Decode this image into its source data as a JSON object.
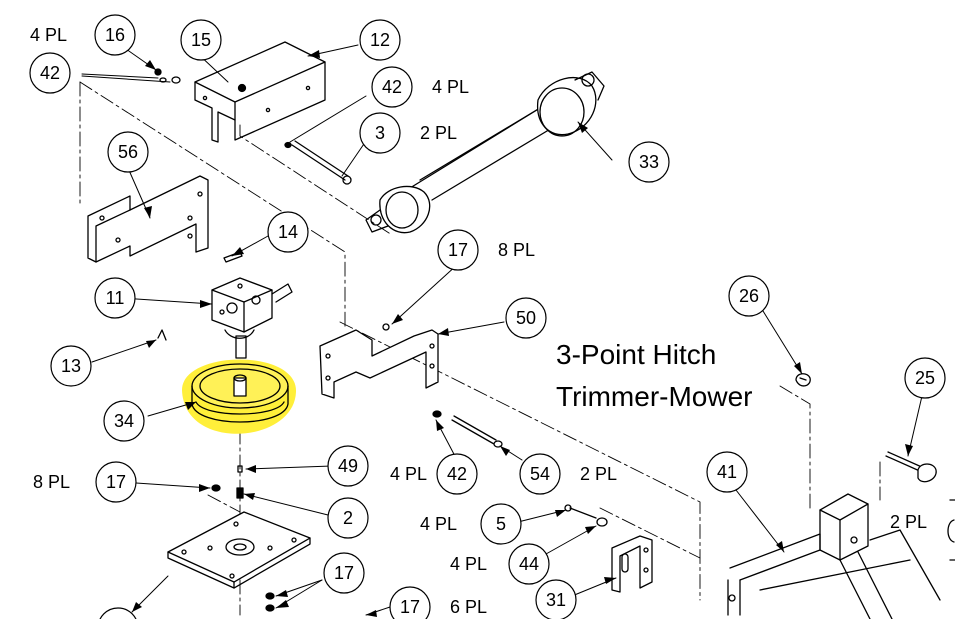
{
  "diagram": {
    "title_lines": [
      "3-Point Hitch",
      "Trimmer-Mower"
    ],
    "highlight_color": "#FFEF3A",
    "callouts": [
      "16",
      "15",
      "12",
      "42",
      "42",
      "3",
      "33",
      "56",
      "14",
      "17",
      "50",
      "11",
      "13",
      "34",
      "26",
      "25",
      "49",
      "42",
      "54",
      "17",
      "2",
      "41",
      "5",
      "44",
      "17",
      "31",
      "17"
    ],
    "quantities": [
      "4 PL",
      "4 PL",
      "2 PL",
      "8 PL",
      "8 PL",
      "4 PL",
      "2 PL",
      "4 PL",
      "4 PL",
      "2 PL",
      "6 PL"
    ]
  }
}
